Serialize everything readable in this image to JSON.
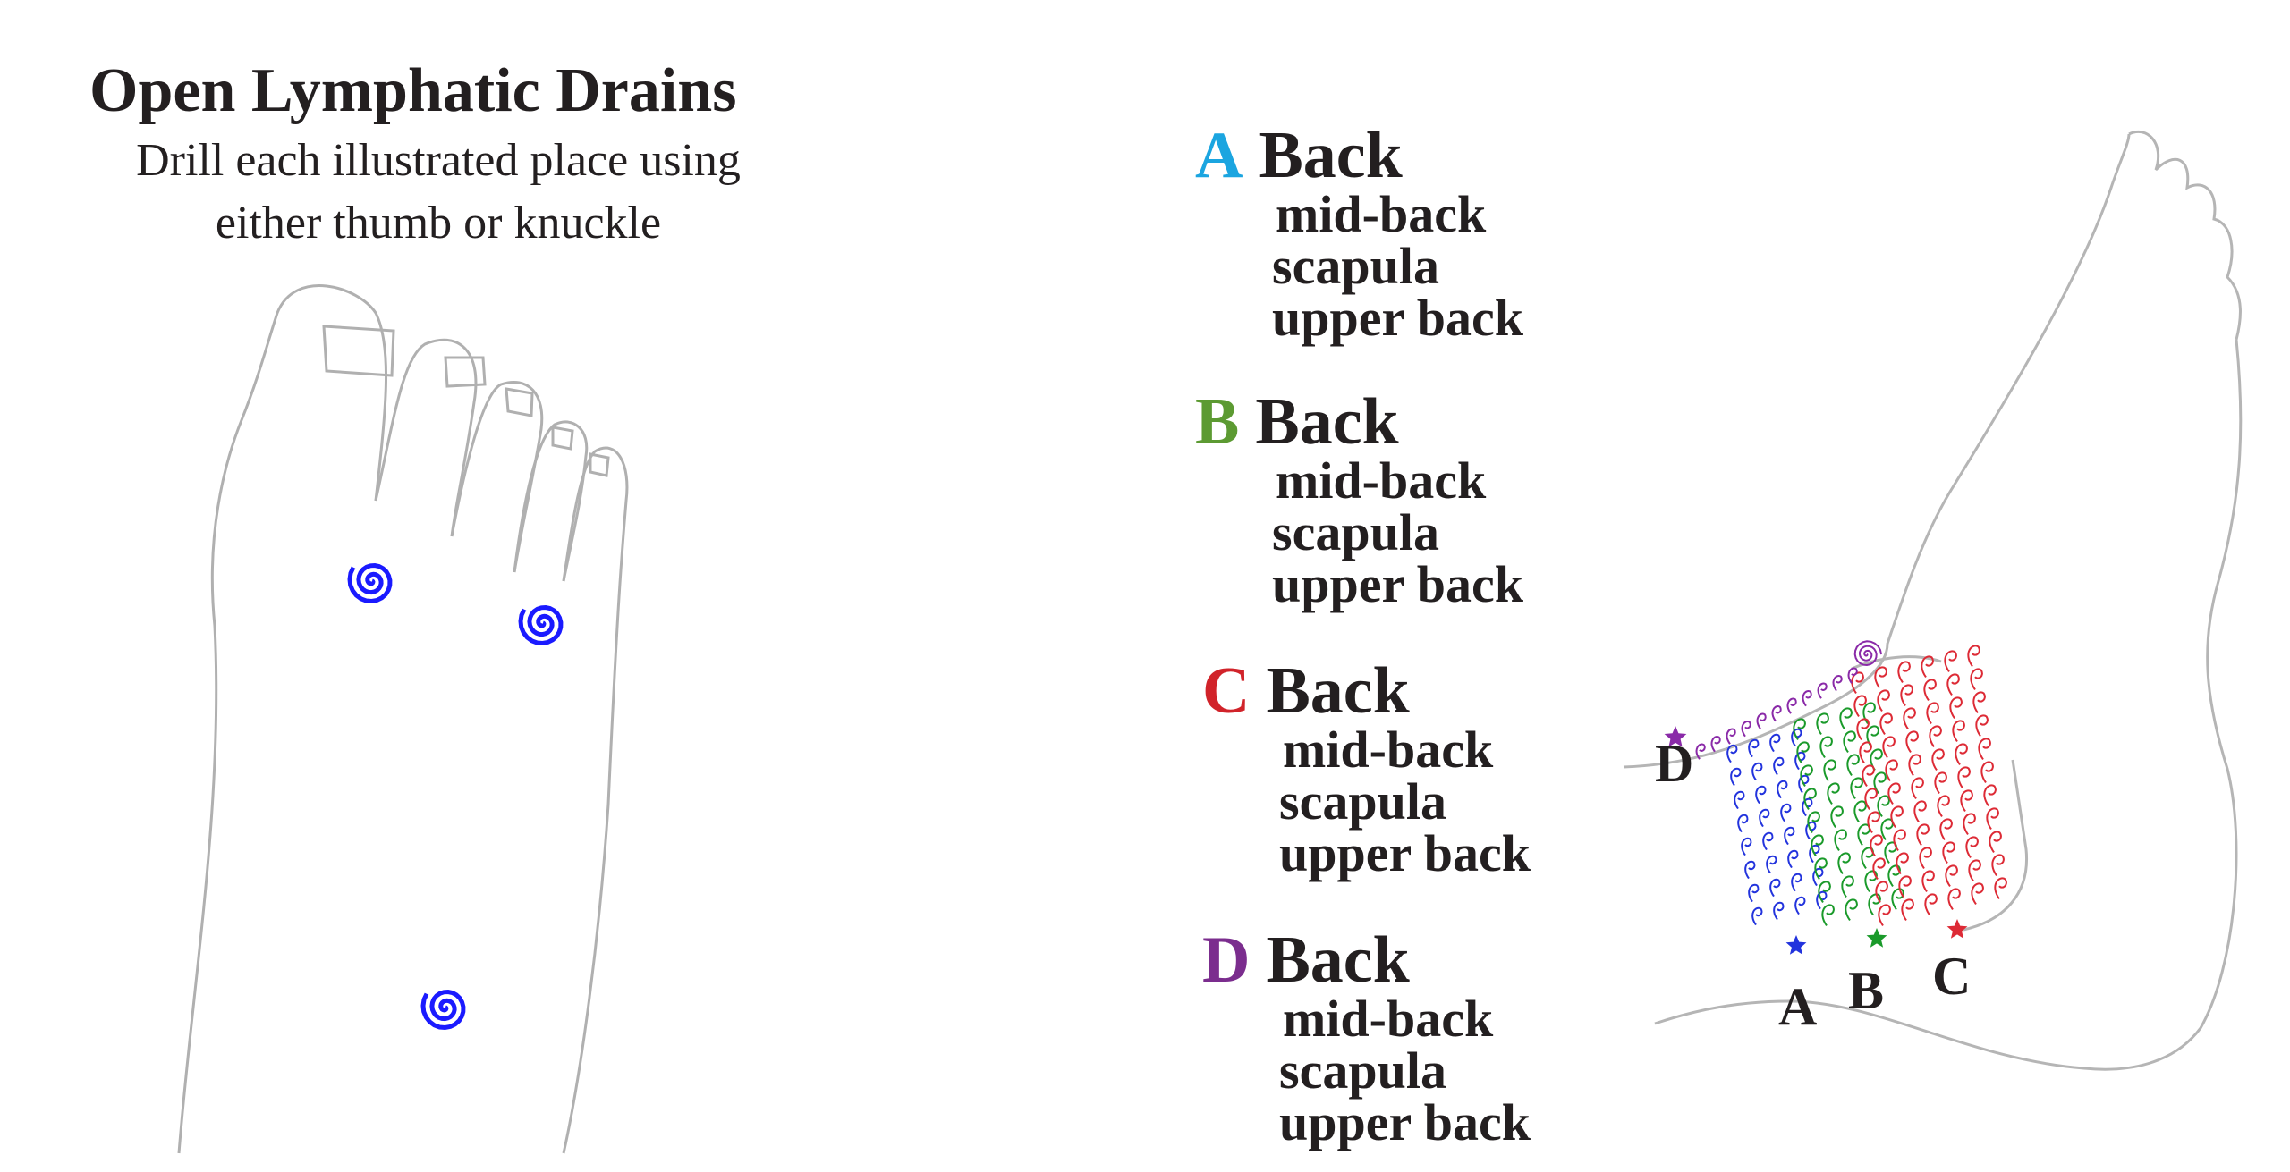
{
  "title": "Open Lymphatic Drains",
  "subtitle_lines": [
    "Drill each illustrated place using",
    "either thumb or knuckle"
  ],
  "legend": [
    {
      "letter": "A",
      "color": "#1ba5e0",
      "heading": "Back",
      "items": [
        "mid-back",
        "scapula",
        "upper back"
      ]
    },
    {
      "letter": "B",
      "color": "#5c9a32",
      "heading": "Back",
      "items": [
        "mid-back",
        "scapula",
        "upper back"
      ]
    },
    {
      "letter": "C",
      "color": "#d1232a",
      "heading": "Back",
      "items": [
        "mid-back",
        "scapula",
        "upper back"
      ]
    },
    {
      "letter": "D",
      "color": "#7b2d8e",
      "heading": "Back",
      "items": [
        "mid-back",
        "scapula",
        "upper back"
      ]
    }
  ],
  "diagram_labels": {
    "A": "A",
    "B": "B",
    "C": "C",
    "D": "D"
  },
  "colors": {
    "spiral": "#1a1aff",
    "zone_a": "#2233dd",
    "zone_b": "#1a9a2a",
    "zone_c": "#dd2a35",
    "zone_d": "#8a2aa8",
    "outline": "#b5b5b5"
  }
}
